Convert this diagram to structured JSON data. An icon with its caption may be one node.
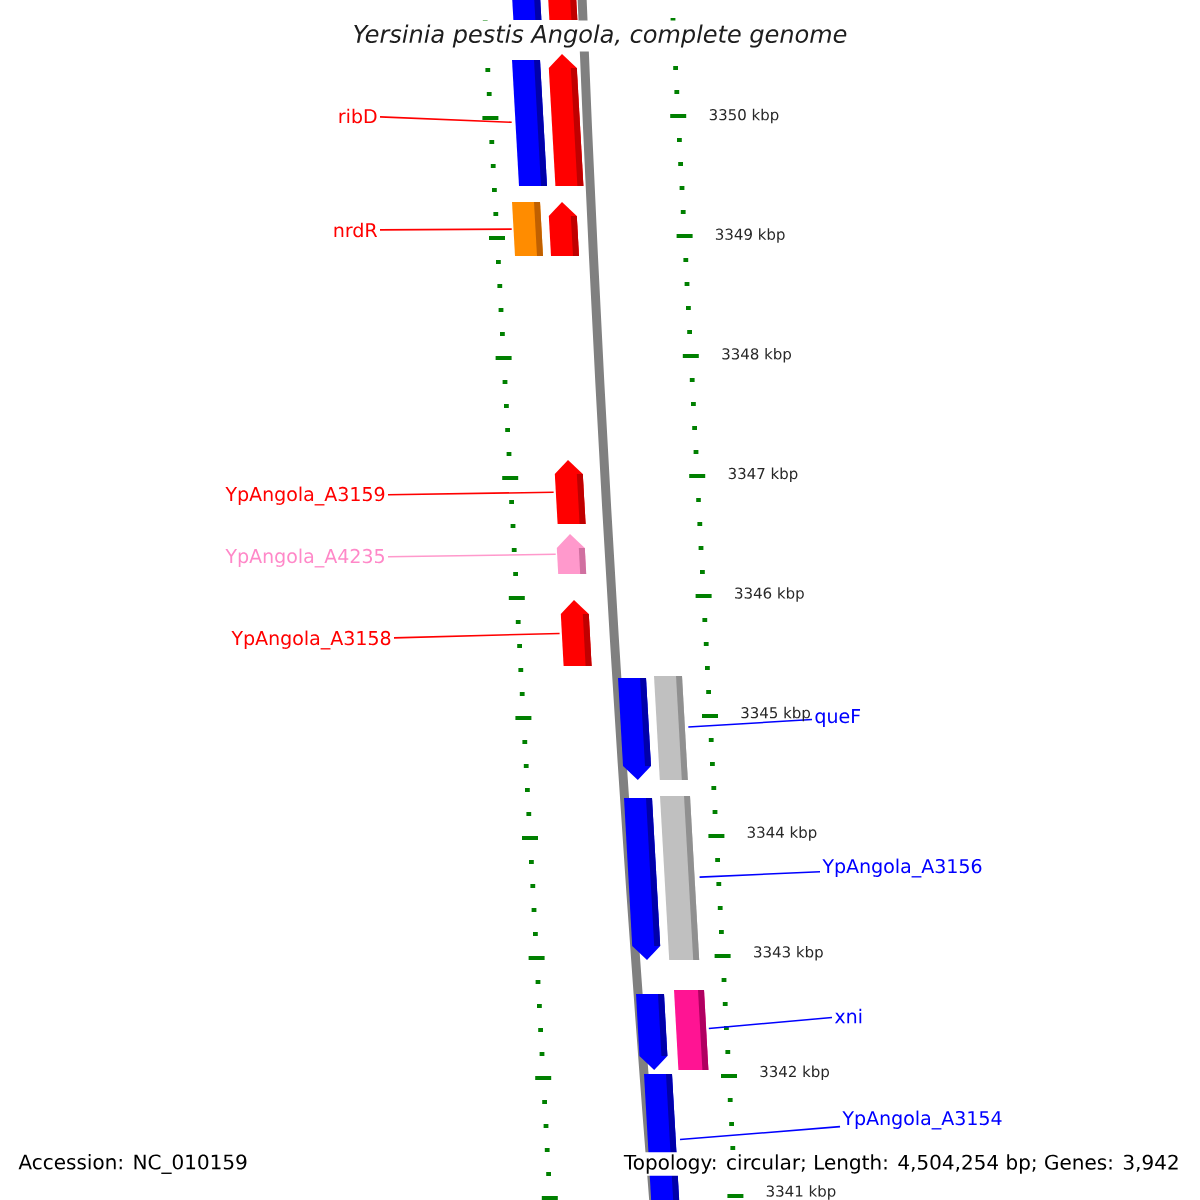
{
  "diagram": {
    "title": "Yersinia pestis Angola, complete genome",
    "nodes": [
      {
        "text": [
          "ribD"
        ]
      },
      {
        "text": [
          "nrdR"
        ]
      },
      {
        "text": [
          "YpAngola_A3159"
        ]
      },
      {
        "text": [
          "YpAngola_A4235"
        ]
      },
      {
        "text": [
          "YpAngola_A3158"
        ]
      },
      {
        "text": [
          "queF"
        ]
      },
      {
        "text": [
          "YpAngola_A3156"
        ]
      },
      {
        "text": [
          "xni"
        ]
      },
      {
        "text": [
          "YpAngola_A3154"
        ]
      },
      {
        "text": [],
        "shape": "bar"
      },
      {
        "text": [],
        "shape": "bar"
      },
      {
        "text": [],
        "shape": "bar"
      },
      {
        "text": [],
        "shape": "bar"
      },
      {
        "text": [],
        "shape": "bar"
      },
      {
        "text": [],
        "shape": "bar"
      },
      {
        "text": [],
        "shape": "bar"
      },
      {
        "text": [],
        "shape": "bar"
      },
      {
        "text": [],
        "shape": "bar"
      },
      {
        "text": [],
        "shape": "bar"
      },
      {
        "text": [],
        "shape": "bar"
      },
      {
        "text": [],
        "shape": "bar"
      },
      {
        "text": [],
        "shape": "bar"
      },
      {
        "text": [],
        "shape": "bar"
      },
      {
        "text": [],
        "shape": "bar"
      },
      {
        "text": [],
        "shape": "bar"
      }
    ],
    "edges": [
      {
        "from": 0,
        "to": 11,
        "arrow": "none",
        "color": "#ff0000"
      },
      {
        "from": 1,
        "to": 13,
        "arrow": "none",
        "color": "#ff0000"
      },
      {
        "from": 2,
        "to": 15,
        "arrow": "none",
        "color": "#ff0000"
      },
      {
        "from": 3,
        "to": 16,
        "arrow": "none",
        "color": "#ff99cc"
      },
      {
        "from": 4,
        "to": 17,
        "arrow": "none",
        "color": "#ff0000"
      },
      {
        "from": 5,
        "to": 19,
        "arrow": "none",
        "color": "#0000ff"
      },
      {
        "from": 6,
        "to": 21,
        "arrow": "none",
        "color": "#0000ff"
      },
      {
        "from": 7,
        "to": 23,
        "arrow": "none",
        "color": "#0000ff"
      },
      {
        "from": 8,
        "to": 24,
        "arrow": "none",
        "color": "#0000ff"
      }
    ],
    "labels": [
      "3350 kbp",
      "3349 kbp",
      "3348 kbp",
      "3347 kbp",
      "3346 kbp",
      "3345 kbp",
      "3344 kbp",
      "3343 kbp",
      "3342 kbp",
      "3341 kbp",
      "Accession: NC_010159",
      "Topology: circular; Length: 4,504,254 bp; Genes: 3,942"
    ]
  }
}
